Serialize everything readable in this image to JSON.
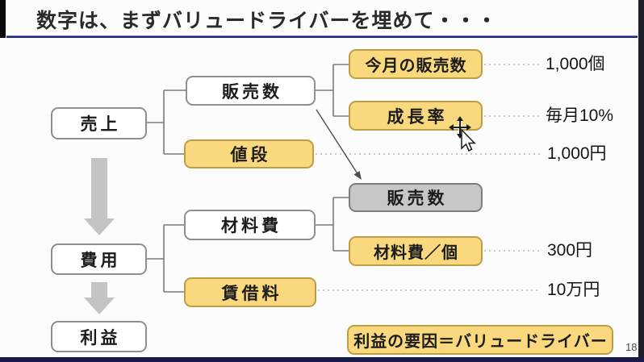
{
  "slide": {
    "title": "数字は、まずバリュードライバーを埋めて・・・",
    "page_number": "18"
  },
  "diagram": {
    "revenue": {
      "label": "売上"
    },
    "expense": {
      "label": "費用"
    },
    "profit": {
      "label": "利益"
    },
    "sales_volume": {
      "label": "販売数"
    },
    "price": {
      "label": "値段",
      "value": "1,000円"
    },
    "monthly_sales": {
      "label": "今月の販売数",
      "value": "1,000個"
    },
    "growth_rate": {
      "label": "成長率",
      "value": "毎月10%"
    },
    "material_cost": {
      "label": "材料費"
    },
    "rent": {
      "label": "賃借料",
      "value": "10万円"
    },
    "sales_volume_ref": {
      "label": "販売数"
    },
    "material_cost_per_unit": {
      "label": "材料費／個",
      "value": "300円"
    },
    "callout": {
      "label": "利益の要因＝バリュードライバー"
    }
  },
  "colors": {
    "highlight_fill": "#f9d87e",
    "highlight_border": "#be9e44",
    "gray_fill": "#c7c7c7",
    "title_rule": "#23277d",
    "connector": "#7a7a7a",
    "block_arrow": "#c4c4c4"
  }
}
